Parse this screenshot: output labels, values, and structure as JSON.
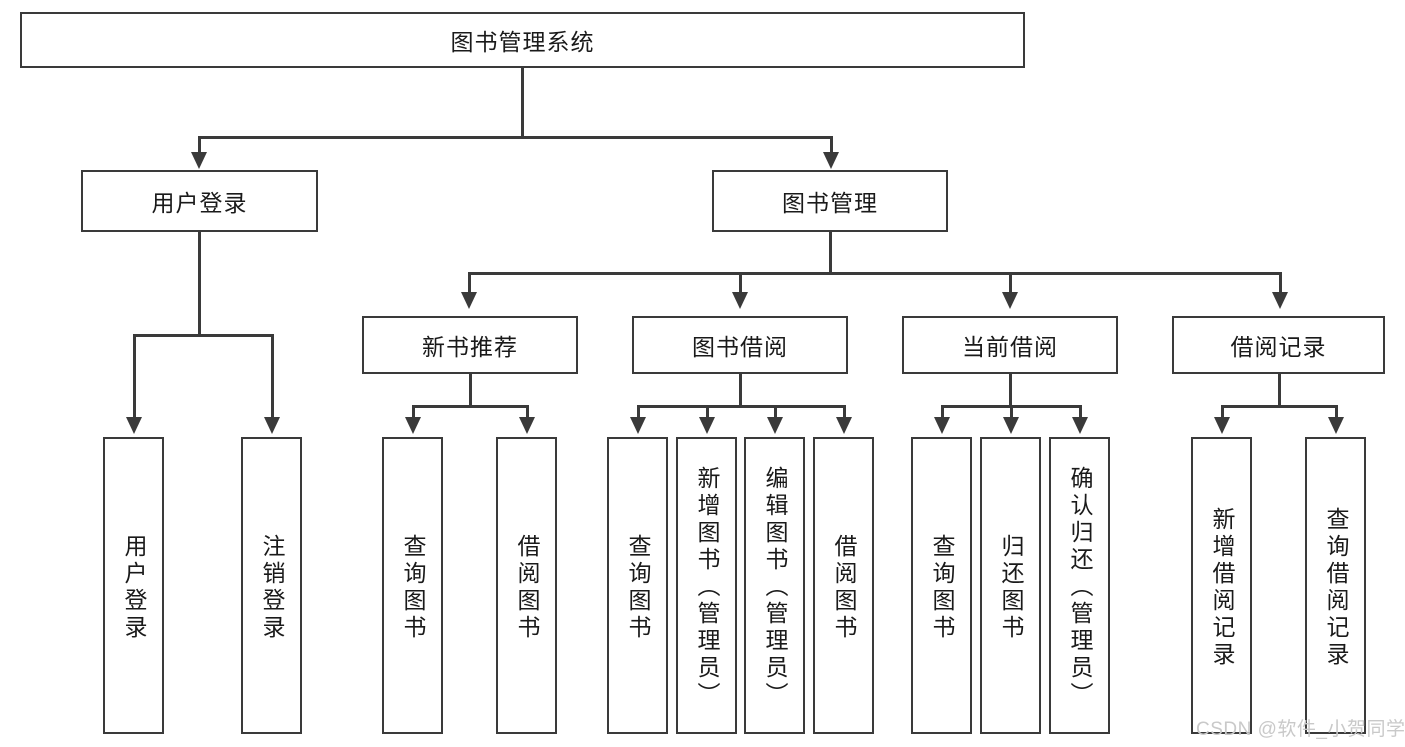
{
  "diagram": {
    "title_node": {
      "label": "图书管理系统"
    },
    "level2": [
      {
        "id": "user-login",
        "label": "用户登录"
      },
      {
        "id": "book-manage",
        "label": "图书管理"
      }
    ],
    "level3": [
      {
        "id": "new-book-rec",
        "label": "新书推荐"
      },
      {
        "id": "book-borrow",
        "label": "图书借阅"
      },
      {
        "id": "current-borrow",
        "label": "当前借阅"
      },
      {
        "id": "borrow-record",
        "label": "借阅记录"
      }
    ],
    "leaves": {
      "user_login": [
        {
          "id": "leaf-user-login",
          "label": "用户登录"
        },
        {
          "id": "leaf-logout-login",
          "label": "注销登录"
        }
      ],
      "new_book_rec": [
        {
          "id": "leaf-query-book-1",
          "label": "查询图书"
        },
        {
          "id": "leaf-borrow-book-1",
          "label": "借阅图书"
        }
      ],
      "book_borrow": [
        {
          "id": "leaf-query-book-2",
          "label": "查询图书"
        },
        {
          "id": "leaf-add-book",
          "label": "新增图书（管理员）"
        },
        {
          "id": "leaf-edit-book",
          "label": "编辑图书（管理员）"
        },
        {
          "id": "leaf-borrow-book-2",
          "label": "借阅图书"
        }
      ],
      "current_borrow": [
        {
          "id": "leaf-query-book-3",
          "label": "查询图书"
        },
        {
          "id": "leaf-return-book",
          "label": "归还图书"
        },
        {
          "id": "leaf-confirm-return",
          "label": "确认归还（管理员）"
        }
      ],
      "borrow_record": [
        {
          "id": "leaf-add-record",
          "label": "新增借阅记录"
        },
        {
          "id": "leaf-query-record",
          "label": "查询借阅记录"
        }
      ]
    }
  },
  "watermark": {
    "text": "CSDN @软件_小贺同学"
  },
  "colors": {
    "stroke": "#3a3a3a",
    "text": "#1a1a1a",
    "background": "#ffffff",
    "watermark": "#c9c9c9"
  }
}
